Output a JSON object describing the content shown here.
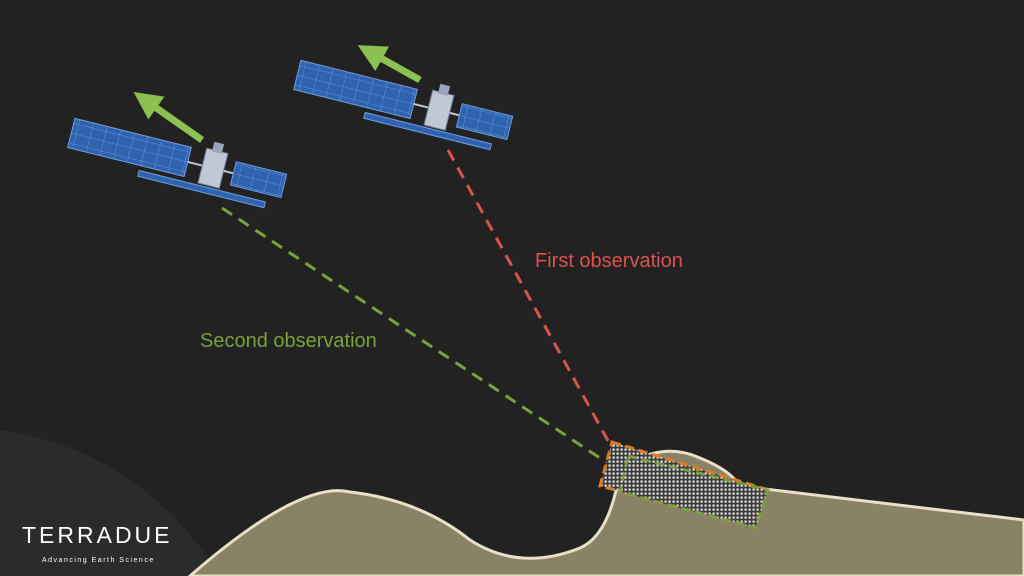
{
  "labels": {
    "first_observation": "First observation",
    "second_observation": "Second observation"
  },
  "logo": {
    "name": "TERRADUE",
    "tagline": "Advancing Earth Science"
  },
  "colors": {
    "background": "#222222",
    "terrain": "#8a8266",
    "terrain_outline": "#e8e0c8",
    "first_line": "#d9534f",
    "second_line": "#7aa23a",
    "arrow": "#8cc152",
    "footprint_first_border": "#e07a20",
    "footprint_second_border": "#7aa23a",
    "solar_panel": "#2f63b0",
    "satellite_body": "#c0c8d8"
  },
  "icons": {
    "satellite": "satellite-icon",
    "direction_arrow": "arrow-icon"
  }
}
